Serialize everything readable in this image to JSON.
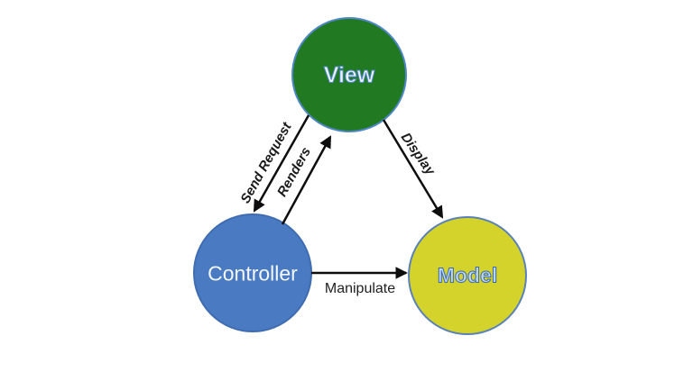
{
  "diagram": {
    "type": "mvc-architecture",
    "background_color": "#ffffff",
    "arrow_color": "#0d0d0d",
    "nodes": [
      {
        "id": "view",
        "label": "View",
        "fill": "#217a21",
        "border": "#4f86c6",
        "label_color": "#eef5ff"
      },
      {
        "id": "controller",
        "label": "Controller",
        "fill": "#4a7ac2",
        "border": "#3f6cb0",
        "label_color": "#f2f7fd"
      },
      {
        "id": "model",
        "label": "Model",
        "fill": "#d3d32b",
        "border": "#5b82b8",
        "label_color": "#bdd7ee"
      }
    ],
    "edges": [
      {
        "label": "Send Request",
        "from": "View",
        "to": "Controller"
      },
      {
        "label": "Renders",
        "from": "Controller",
        "to": "View"
      },
      {
        "label": "Display",
        "from": "View",
        "to": "Model"
      },
      {
        "label": "Manipulate",
        "from": "Controller",
        "to": "Model"
      }
    ]
  }
}
